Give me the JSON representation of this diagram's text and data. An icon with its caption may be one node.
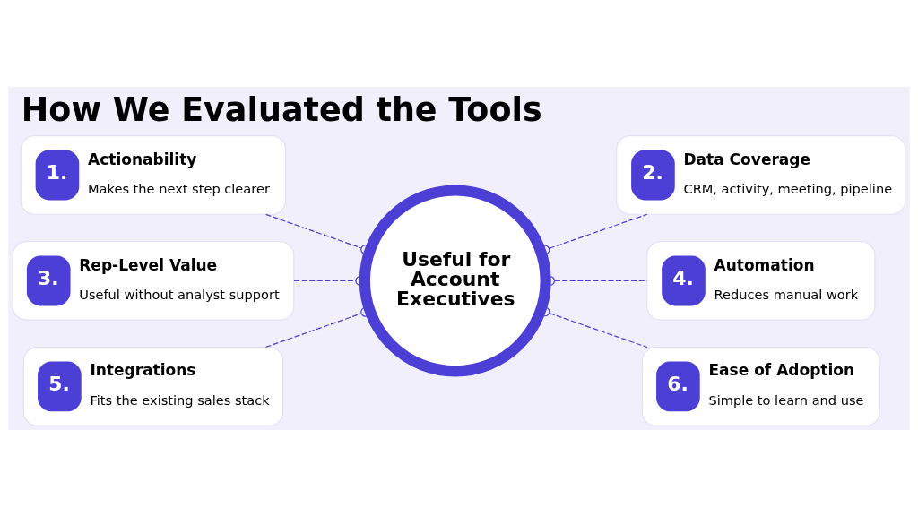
{
  "diagram": {
    "title": "How We Evaluated the Tools",
    "nodes": [
      {
        "text": [
          "1.",
          "Actionability",
          "Makes the next step clearer"
        ]
      },
      {
        "text": [
          "2.",
          "Data Coverage",
          "CRM, activity, meeting, pipeline"
        ]
      },
      {
        "text": [
          "3.",
          "Rep-Level Value",
          "Useful without analyst support"
        ]
      },
      {
        "text": [
          "4.",
          "Automation",
          "Reduces manual work"
        ]
      },
      {
        "text": [
          "5.",
          "Integrations",
          "Fits the existing sales stack"
        ]
      },
      {
        "text": [
          "6.",
          "Ease of Adoption",
          "Simple to learn and use"
        ]
      },
      {
        "text": [
          "Useful for Account Executives"
        ]
      }
    ],
    "edges": [
      {
        "from": 0,
        "to": 6,
        "arrow": "other",
        "style": "dashed"
      },
      {
        "from": 2,
        "to": 6,
        "arrow": "other",
        "style": "dashed"
      },
      {
        "from": 4,
        "to": 6,
        "arrow": "other",
        "style": "dashed"
      },
      {
        "from": 6,
        "to": 1,
        "arrow": "other",
        "style": "dashed"
      },
      {
        "from": 6,
        "to": 3,
        "arrow": "other",
        "style": "dashed"
      },
      {
        "from": 6,
        "to": 5,
        "arrow": "other",
        "style": "dashed"
      }
    ]
  }
}
